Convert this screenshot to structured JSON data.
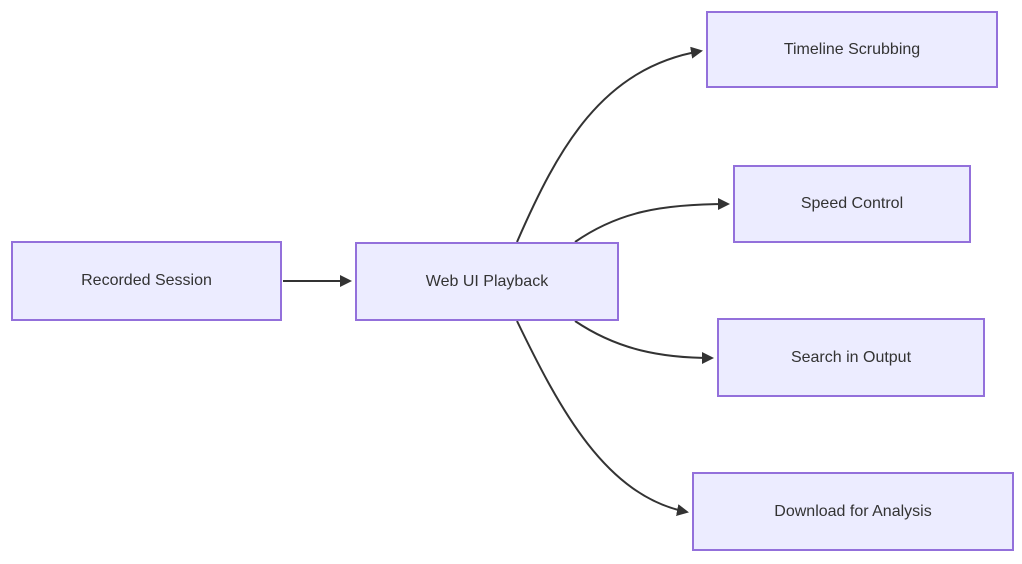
{
  "diagram": {
    "type": "flowchart",
    "direction": "left-to-right",
    "nodes": [
      {
        "id": "recorded-session",
        "label": "Recorded Session"
      },
      {
        "id": "web-ui-playback",
        "label": "Web UI Playback"
      },
      {
        "id": "timeline-scrubbing",
        "label": "Timeline Scrubbing"
      },
      {
        "id": "speed-control",
        "label": "Speed Control"
      },
      {
        "id": "search-in-output",
        "label": "Search in Output"
      },
      {
        "id": "download-for-analysis",
        "label": "Download for Analysis"
      }
    ],
    "edges": [
      {
        "from": "recorded-session",
        "to": "web-ui-playback",
        "arrow": "filled-triangle"
      },
      {
        "from": "web-ui-playback",
        "to": "timeline-scrubbing",
        "arrow": "filled-triangle"
      },
      {
        "from": "web-ui-playback",
        "to": "speed-control",
        "arrow": "filled-triangle"
      },
      {
        "from": "web-ui-playback",
        "to": "search-in-output",
        "arrow": "filled-triangle"
      },
      {
        "from": "web-ui-playback",
        "to": "download-for-analysis",
        "arrow": "filled-triangle"
      }
    ],
    "colors": {
      "node_fill": "#ECECFF",
      "node_border": "#9370DB",
      "text": "#333333",
      "edge": "#333333",
      "background": "#FFFFFF"
    }
  }
}
